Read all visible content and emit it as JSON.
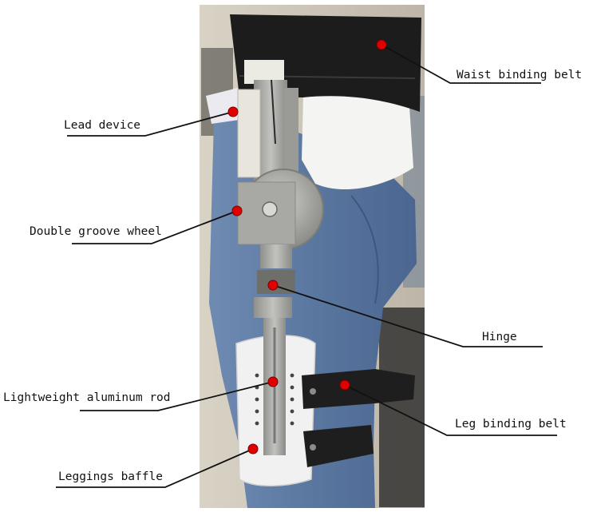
{
  "figure": {
    "callouts": [
      {
        "id": "waist-binding-belt",
        "label": "Waist binding belt"
      },
      {
        "id": "lead-device",
        "label": "Lead device"
      },
      {
        "id": "double-groove-wheel",
        "label": "Double groove wheel"
      },
      {
        "id": "hinge",
        "label": "Hinge"
      },
      {
        "id": "lightweight-aluminum-rod",
        "label": "Lightweight aluminum rod"
      },
      {
        "id": "leg-binding-belt",
        "label": "Leg binding belt"
      },
      {
        "id": "leggings-baffle",
        "label": "Leggings baffle"
      }
    ],
    "colors": {
      "marker": "#e00000",
      "leader_line": "#111111",
      "belt": "#1c1c1c",
      "jeans": "#5c7aa3",
      "aluminum": "#a9a9a6",
      "baffle": "#f1f1f1",
      "wall": "#cfc7b8"
    }
  }
}
